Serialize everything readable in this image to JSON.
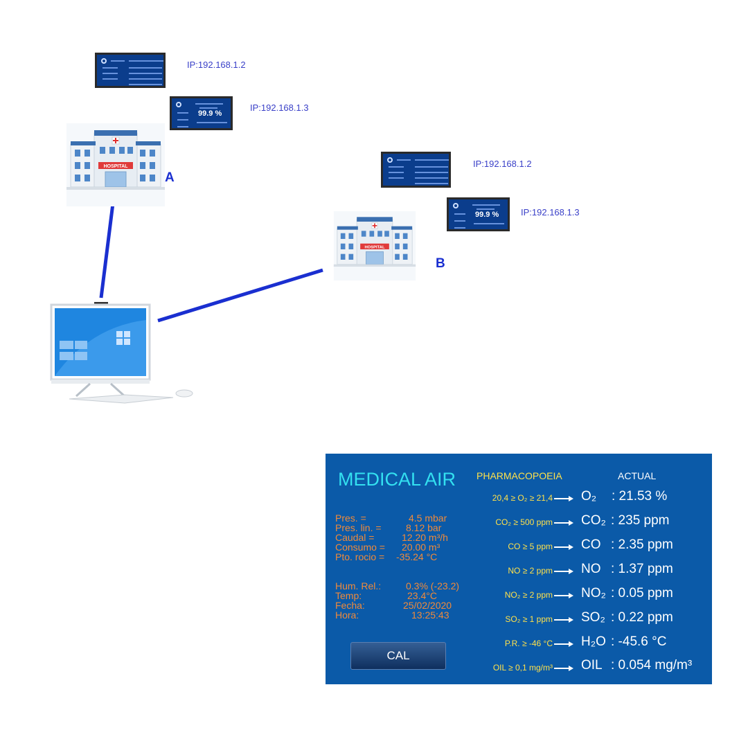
{
  "sites": [
    {
      "letter": "A",
      "ips": [
        "IP:192.168.1.2",
        "IP:192.168.1.3"
      ]
    },
    {
      "letter": "B",
      "ips": [
        "IP:192.168.1.2",
        "IP:192.168.1.3"
      ]
    }
  ],
  "hospital_sign": "HOSPITAL",
  "thumb_value": "99.9 %",
  "colors": {
    "line": "#1a2fd0",
    "panel_bg": "#0b5aa8",
    "title": "#33e0f0",
    "limits": "#ffe14a",
    "params": "#f08a3a"
  },
  "panel": {
    "title": "MEDICAL AIR",
    "pharmacopoeia_header": "PHARMACOPOEIA",
    "actual_header": "ACTUAL",
    "params": [
      {
        "label": "Pres. =",
        "value": "4.5   mbar"
      },
      {
        "label": "Pres. lin. =",
        "value": "8.12 bar"
      },
      {
        "label": "Caudal =",
        "value": "12.20 m³/h"
      },
      {
        "label": "Consumo =",
        "value": "20.00 m³"
      },
      {
        "label": "Pto. rocio =",
        "value": "-35.24 °C"
      }
    ],
    "info": [
      {
        "label": "Hum. Rel.:",
        "value": "0.3% (-23.2)"
      },
      {
        "label": "Temp:",
        "value": "23.4°C"
      },
      {
        "label": "Fecha:",
        "value": "25/02/2020"
      },
      {
        "label": "Hora:",
        "value": "13:25:43"
      }
    ],
    "rows": [
      {
        "limit": "20,4 ≥ O₂ ≥ 21,4",
        "gas": "O₂",
        "value": ": 21.53 %"
      },
      {
        "limit": "CO₂ ≥ 500 ppm",
        "gas": "CO₂",
        "value": ":    235 ppm"
      },
      {
        "limit": "CO  ≥ 5 ppm",
        "gas": "CO",
        "value": ":   2.35 ppm"
      },
      {
        "limit": "NO  ≥ 2 ppm",
        "gas": "NO",
        "value": ":   1.37 ppm"
      },
      {
        "limit": "NO₂ ≥ 2 ppm",
        "gas": "NO₂",
        "value": ":   0.05 ppm"
      },
      {
        "limit": "SO₂ ≥ 1 ppm",
        "gas": "SO₂",
        "value": ":   0.22 ppm"
      },
      {
        "limit": "P.R. ≥ -46 °C",
        "gas": "H₂O",
        "value": ":  -45.6 °C"
      },
      {
        "limit": "OIL ≥  0,1 mg/m³",
        "gas": "OIL",
        "value": ":  0.054 mg/m³"
      }
    ],
    "cal_label": "CAL"
  }
}
